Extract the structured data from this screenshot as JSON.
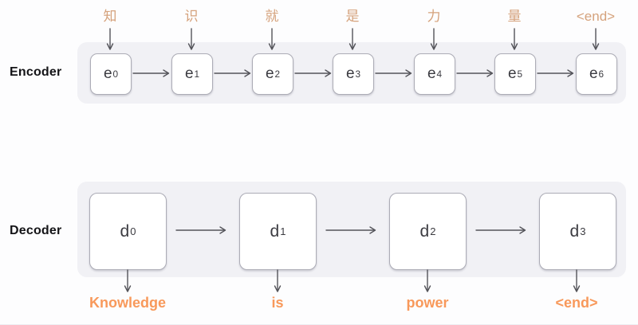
{
  "diagram": {
    "title_semantic": "seq2seq encoder-decoder translation diagram",
    "palette": {
      "background": "#fdfdfe",
      "lane_fill": "#f1f1f5",
      "cell_fill": "#ffffff",
      "cell_border": "#acacb6",
      "cell_text": "#3b3b41",
      "arrow": "#54545a",
      "input_token": "#d5a27c",
      "output_token": "#f8995b",
      "section_label": "#141417"
    }
  },
  "encoder": {
    "label": "Encoder",
    "units": [
      {
        "token": "知",
        "cell_base": "e",
        "cell_sub": "0"
      },
      {
        "token": "识",
        "cell_base": "e",
        "cell_sub": "1"
      },
      {
        "token": "就",
        "cell_base": "e",
        "cell_sub": "2"
      },
      {
        "token": "是",
        "cell_base": "e",
        "cell_sub": "3"
      },
      {
        "token": "力",
        "cell_base": "e",
        "cell_sub": "4"
      },
      {
        "token": "量",
        "cell_base": "e",
        "cell_sub": "5"
      },
      {
        "token": "<end>",
        "cell_base": "e",
        "cell_sub": "6"
      }
    ]
  },
  "decoder": {
    "label": "Decoder",
    "units": [
      {
        "cell_base": "d",
        "cell_sub": "0",
        "token": "Knowledge"
      },
      {
        "cell_base": "d",
        "cell_sub": "1",
        "token": "is"
      },
      {
        "cell_base": "d",
        "cell_sub": "2",
        "token": "power"
      },
      {
        "cell_base": "d",
        "cell_sub": "3",
        "token": "<end>"
      }
    ]
  }
}
